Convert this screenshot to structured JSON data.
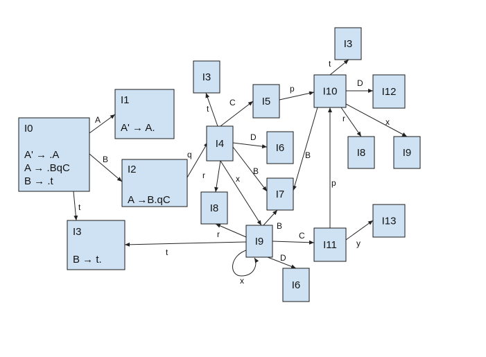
{
  "nodes": [
    {
      "id": "I0",
      "lines": [
        "I0",
        "",
        "A' →  .A",
        "A →  .BqC",
        "B → .t"
      ]
    },
    {
      "id": "I1",
      "lines": [
        "I1",
        "",
        "A' → A."
      ]
    },
    {
      "id": "I2",
      "lines": [
        "I2",
        "",
        "A →B.qC"
      ]
    },
    {
      "id": "I3a",
      "lines": [
        "I3",
        "",
        "B → t."
      ]
    },
    {
      "id": "I3b",
      "lines": [
        "I3"
      ]
    },
    {
      "id": "I4",
      "lines": [
        "I4"
      ]
    },
    {
      "id": "I5",
      "lines": [
        "I5"
      ]
    },
    {
      "id": "I6a",
      "lines": [
        "I6"
      ]
    },
    {
      "id": "I7",
      "lines": [
        "I7"
      ]
    },
    {
      "id": "I8a",
      "lines": [
        "I8"
      ]
    },
    {
      "id": "I9",
      "lines": [
        "I9"
      ]
    },
    {
      "id": "I6b",
      "lines": [
        "I6"
      ]
    },
    {
      "id": "I10",
      "lines": [
        "I10"
      ]
    },
    {
      "id": "I3c",
      "lines": [
        "I3"
      ]
    },
    {
      "id": "I12",
      "lines": [
        "I12"
      ]
    },
    {
      "id": "I8b",
      "lines": [
        "I8"
      ]
    },
    {
      "id": "I9b",
      "lines": [
        "I9"
      ]
    },
    {
      "id": "I11",
      "lines": [
        "I11"
      ]
    },
    {
      "id": "I13",
      "lines": [
        "I13"
      ]
    }
  ],
  "edges": [
    {
      "from": "I0",
      "to": "I1",
      "label": "A"
    },
    {
      "from": "I0",
      "to": "I2",
      "label": "B"
    },
    {
      "from": "I0",
      "to": "I3a",
      "label": "t"
    },
    {
      "from": "I2",
      "to": "I4",
      "label": "q"
    },
    {
      "from": "I4",
      "to": "I3b",
      "label": "t"
    },
    {
      "from": "I4",
      "to": "I5",
      "label": "C"
    },
    {
      "from": "I4",
      "to": "I6a",
      "label": "D"
    },
    {
      "from": "I4",
      "to": "I7",
      "label": "B"
    },
    {
      "from": "I4",
      "to": "I8a",
      "label": "r"
    },
    {
      "from": "I4",
      "to": "I9",
      "label": "x"
    },
    {
      "from": "I5",
      "to": "I10",
      "label": "p"
    },
    {
      "from": "I10",
      "to": "I3c",
      "label": "t"
    },
    {
      "from": "I10",
      "to": "I12",
      "label": "D"
    },
    {
      "from": "I10",
      "to": "I8b",
      "label": "r"
    },
    {
      "from": "I10",
      "to": "I9b",
      "label": "x"
    },
    {
      "from": "I10",
      "to": "I7",
      "label": "B"
    },
    {
      "from": "I9",
      "to": "I3a",
      "label": "t"
    },
    {
      "from": "I9",
      "to": "I8a",
      "label": "r"
    },
    {
      "from": "I9",
      "to": "I7",
      "label": "B"
    },
    {
      "from": "I9",
      "to": "I11",
      "label": "C"
    },
    {
      "from": "I9",
      "to": "I6b",
      "label": "D"
    },
    {
      "from": "I9",
      "to": "I9",
      "label": "x"
    },
    {
      "from": "I11",
      "to": "I10",
      "label": "p"
    },
    {
      "from": "I11",
      "to": "I13",
      "label": "y"
    }
  ]
}
